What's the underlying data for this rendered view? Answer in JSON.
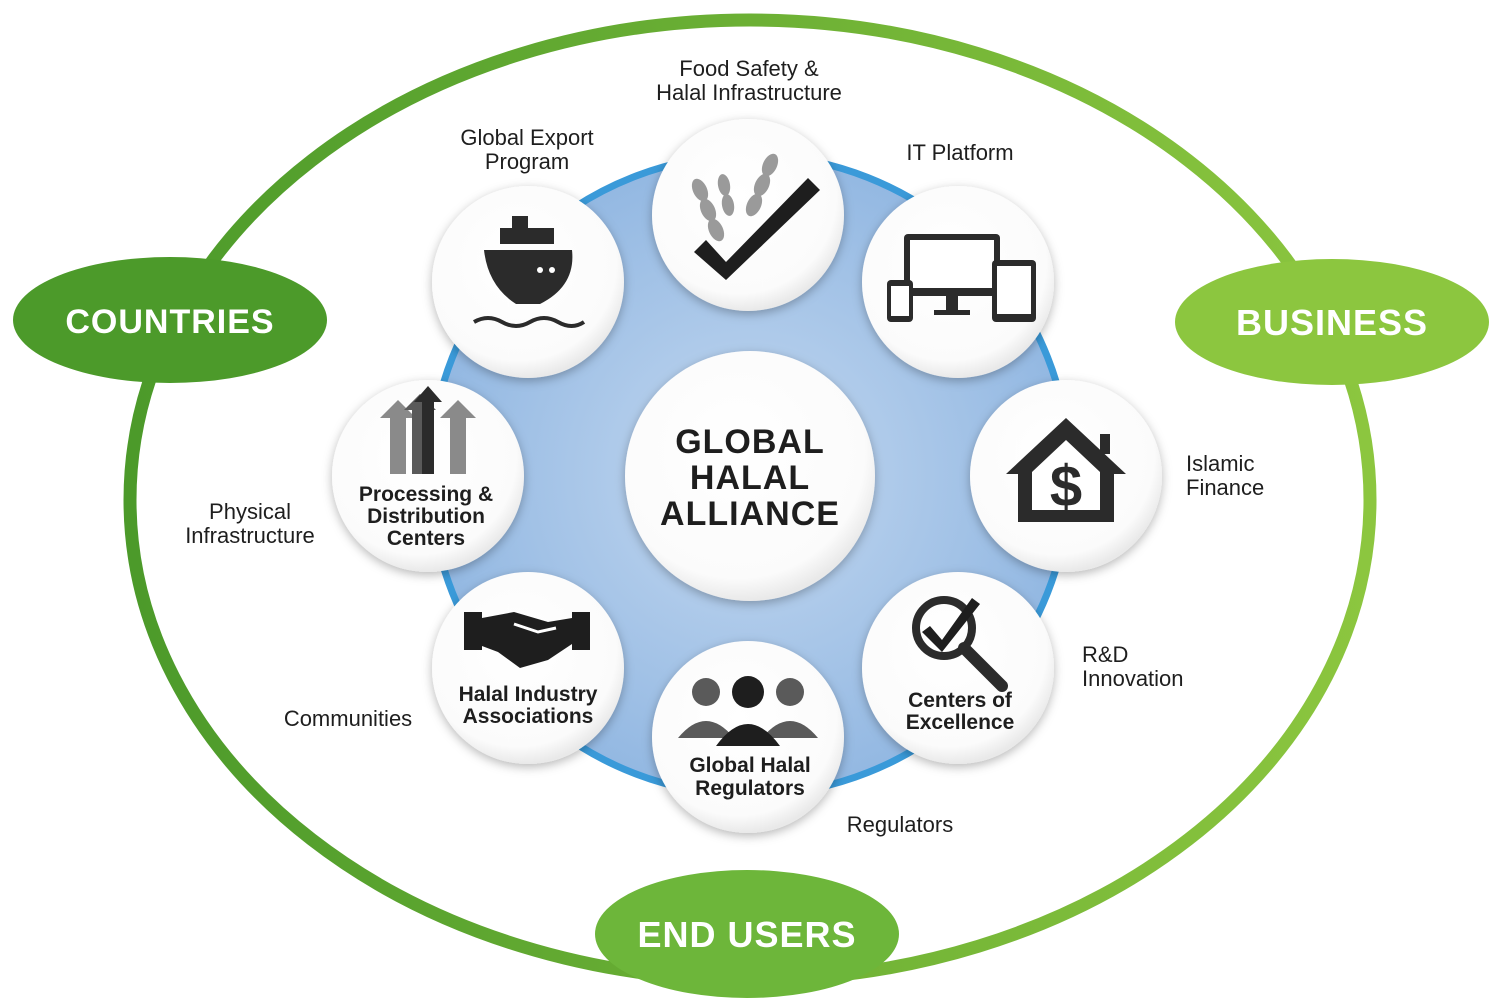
{
  "colors": {
    "green_dark": "#4c9a2a",
    "green_light": "#8cc63f",
    "blue_ring": "#3a9ad9",
    "blue_fill": "#a3c3e6",
    "icon": "#2b2b2b"
  },
  "pills": {
    "countries": "COUNTRIES",
    "business": "BUSINESS",
    "end_users": "END USERS"
  },
  "center": {
    "line1": "GLOBAL",
    "line2": "HALAL",
    "line3": "ALLIANCE"
  },
  "nodes": {
    "food_safety": {
      "icon": "wheat-check-icon"
    },
    "it_platform": {
      "icon": "devices-icon"
    },
    "islamic_finance": {
      "icon": "house-dollar-icon"
    },
    "centers_of_excellence": {
      "icon": "magnifier-check-icon",
      "line1": "Centers of",
      "line2": "Excellence"
    },
    "global_halal_regulators": {
      "icon": "people-icon",
      "line1": "Global Halal",
      "line2": "Regulators"
    },
    "halal_industry_associations": {
      "icon": "handshake-icon",
      "line1": "Halal Industry",
      "line2": "Associations"
    },
    "processing_distribution": {
      "icon": "arrows-up-icon",
      "line1": "Processing &",
      "line2": "Distribution",
      "line3": "Centers"
    },
    "global_export": {
      "icon": "ship-icon"
    }
  },
  "outer_labels": {
    "food_safety": {
      "line1": "Food Safety &",
      "line2": "Halal Infrastructure"
    },
    "global_export": {
      "line1": "Global Export",
      "line2": "Program"
    },
    "it_platform": {
      "line1": "IT Platform"
    },
    "islamic_finance": {
      "line1": "Islamic",
      "line2": "Finance"
    },
    "rd_innovation": {
      "line1": "R&D",
      "line2": "Innovation"
    },
    "regulators": {
      "line1": "Regulators"
    },
    "communities": {
      "line1": "Communities"
    },
    "physical_infrastructure": {
      "line1": "Physical",
      "line2": "Infrastructure"
    }
  }
}
